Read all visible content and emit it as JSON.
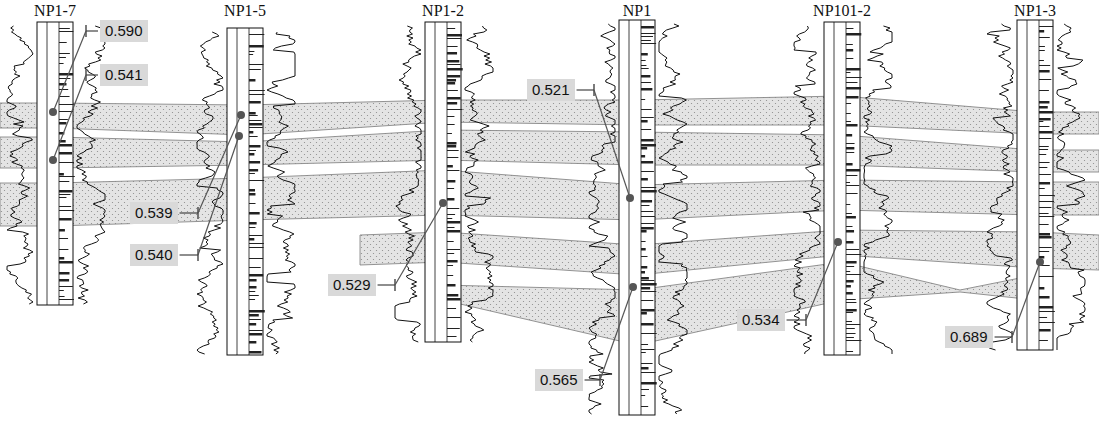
{
  "diagram": {
    "nodes": [
      {
        "text": [
          "NP1-7"
        ]
      },
      {
        "text": [
          "NP1-5"
        ]
      },
      {
        "text": [
          "NP1-2"
        ]
      },
      {
        "text": [
          "NP1"
        ]
      },
      {
        "text": [
          "NP101-2"
        ]
      },
      {
        "text": [
          "NP1-3"
        ]
      },
      {
        "text": [
          "0.590"
        ]
      },
      {
        "text": [
          "0.541"
        ]
      },
      {
        "text": [
          "0.539"
        ]
      },
      {
        "text": [
          "0.540"
        ]
      },
      {
        "text": [
          "0.529"
        ]
      },
      {
        "text": [
          "0.521"
        ]
      },
      {
        "text": [
          "0.565"
        ]
      },
      {
        "text": [
          "0.534"
        ]
      },
      {
        "text": [
          "0.689"
        ]
      }
    ]
  }
}
